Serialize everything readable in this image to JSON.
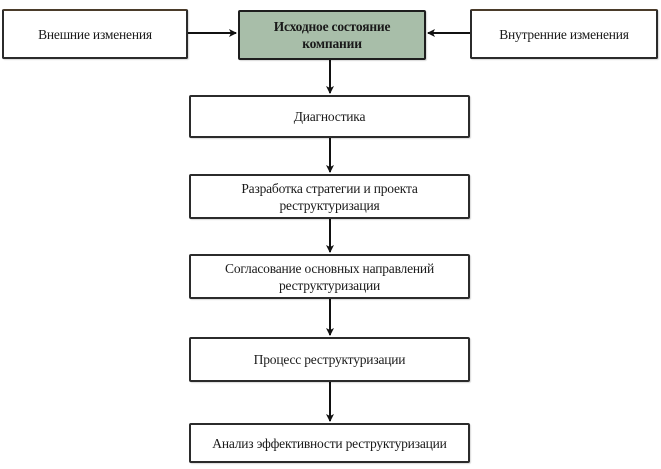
{
  "diagram": {
    "type": "flowchart",
    "top_row": {
      "left": {
        "label": "Внешние изменения"
      },
      "center": {
        "label": "Исходное состояние компании"
      },
      "right": {
        "label": "Внутренние изменения"
      }
    },
    "steps": [
      {
        "label": "Диагностика"
      },
      {
        "label": "Разработка стратегии и проекта реструктуризация"
      },
      {
        "label": "Согласование основных направлений реструктуризации"
      },
      {
        "label": "Процесс реструктуризации"
      },
      {
        "label": "Анализ эффективности реструктуризации"
      }
    ],
    "edges": [
      {
        "from": "Внешние изменения",
        "to": "Исходное состояние компании"
      },
      {
        "from": "Внутренние изменения",
        "to": "Исходное состояние компании"
      },
      {
        "from": "Исходное состояние компании",
        "to": "Диагностика"
      },
      {
        "from": "Диагностика",
        "to": "Разработка стратегии и проекта реструктуризация"
      },
      {
        "from": "Разработка стратегии и проекта реструктуризация",
        "to": "Согласование основных направлений реструктуризации"
      },
      {
        "from": "Согласование основных направлений реструктуризации",
        "to": "Процесс реструктуризации"
      },
      {
        "from": "Процесс реструктуризации",
        "to": "Анализ эффективности реструктуризации"
      }
    ],
    "colors": {
      "highlight_fill": "#a8bea9",
      "border": "#2b2b2b",
      "arrow": "#111111"
    }
  }
}
